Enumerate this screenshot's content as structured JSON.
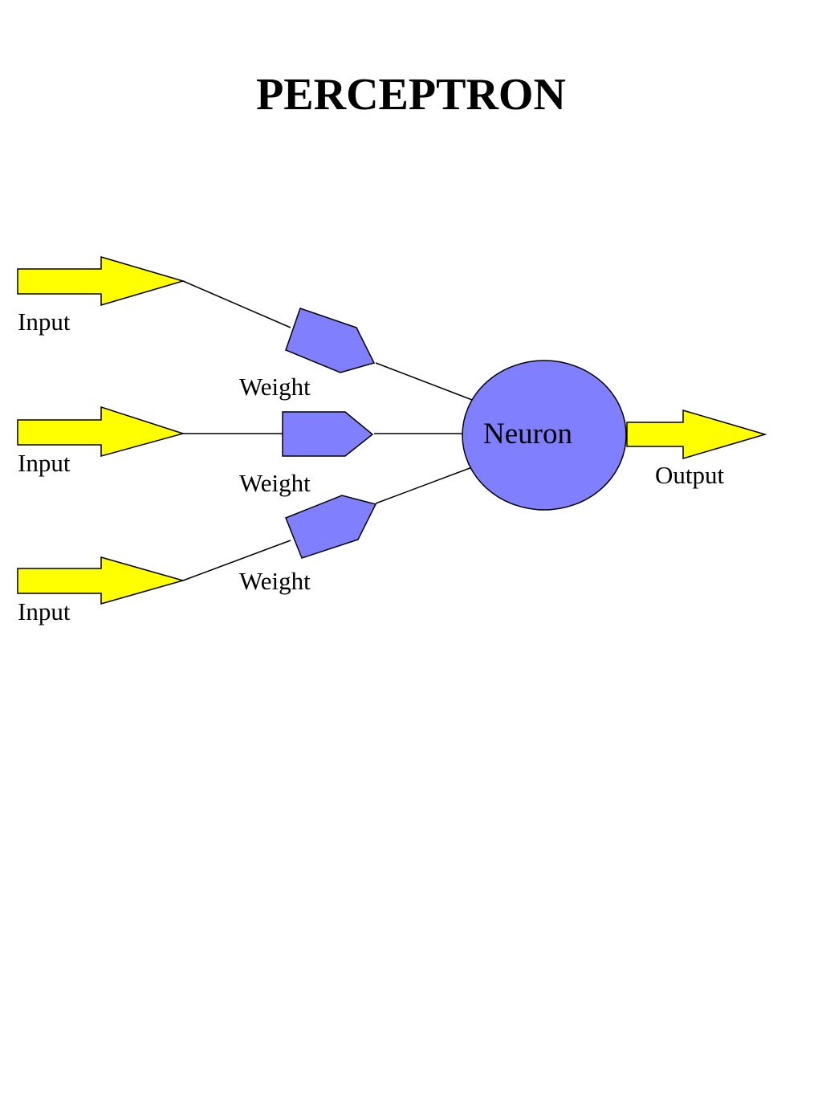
{
  "title": "PERCEPTRON",
  "colors": {
    "input_arrow": "#ffff00",
    "weight_fill": "#8080ff",
    "neuron_fill": "#8080ff",
    "output_arrow": "#ffff00",
    "line": "#000000"
  },
  "inputs": [
    {
      "label": "Input"
    },
    {
      "label": "Input"
    },
    {
      "label": "Input"
    }
  ],
  "weights": [
    {
      "label": "Weight"
    },
    {
      "label": "Weight"
    },
    {
      "label": "Weight"
    }
  ],
  "neuron": {
    "label": "Neuron"
  },
  "output": {
    "label": "Output"
  }
}
